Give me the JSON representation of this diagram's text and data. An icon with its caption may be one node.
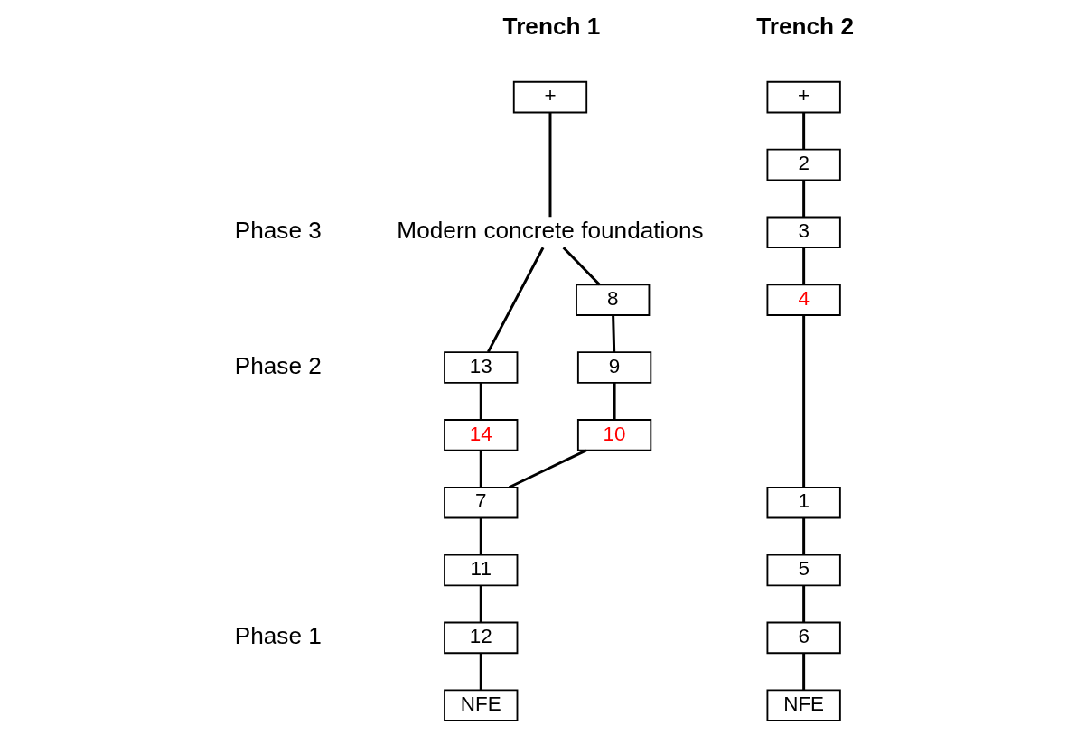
{
  "diagram": {
    "nodes": [
      {
        "text": [
          "+"
        ]
      },
      {
        "text": [
          "Modern concrete foundations"
        ]
      },
      {
        "text": [
          "13"
        ]
      },
      {
        "text": [
          "8"
        ]
      },
      {
        "text": [
          "9"
        ]
      },
      {
        "text": [
          "14"
        ]
      },
      {
        "text": [
          "10"
        ]
      },
      {
        "text": [
          "7"
        ]
      },
      {
        "text": [
          "11"
        ]
      },
      {
        "text": [
          "12"
        ]
      },
      {
        "text": [
          "NFE"
        ]
      },
      {
        "text": [
          "+"
        ]
      },
      {
        "text": [
          "2"
        ]
      },
      {
        "text": [
          "3"
        ]
      },
      {
        "text": [
          "4"
        ]
      },
      {
        "text": [
          "1"
        ]
      },
      {
        "text": [
          "5"
        ]
      },
      {
        "text": [
          "6"
        ]
      },
      {
        "text": [
          "NFE"
        ]
      }
    ],
    "edges": [
      {
        "from": 0,
        "to": 1,
        "arrow": "none"
      },
      {
        "from": 1,
        "to": 2,
        "arrow": "none"
      },
      {
        "from": 1,
        "to": 3,
        "arrow": "none"
      },
      {
        "from": 3,
        "to": 4,
        "arrow": "none"
      },
      {
        "from": 4,
        "to": 6,
        "arrow": "none"
      },
      {
        "from": 2,
        "to": 5,
        "arrow": "none"
      },
      {
        "from": 5,
        "to": 7,
        "arrow": "none"
      },
      {
        "from": 6,
        "to": 7,
        "arrow": "none"
      },
      {
        "from": 7,
        "to": 8,
        "arrow": "none"
      },
      {
        "from": 8,
        "to": 9,
        "arrow": "none"
      },
      {
        "from": 9,
        "to": 10,
        "arrow": "none"
      },
      {
        "from": 11,
        "to": 12,
        "arrow": "none"
      },
      {
        "from": 12,
        "to": 13,
        "arrow": "none"
      },
      {
        "from": 13,
        "to": 14,
        "arrow": "none"
      },
      {
        "from": 14,
        "to": 15,
        "arrow": "none"
      },
      {
        "from": 15,
        "to": 16,
        "arrow": "none"
      },
      {
        "from": 16,
        "to": 17,
        "arrow": "none"
      },
      {
        "from": 17,
        "to": 18,
        "arrow": "none"
      }
    ],
    "labels": [
      "Trench 1",
      "Trench 2",
      "Phase 3",
      "Phase 2",
      "Phase 1"
    ]
  }
}
